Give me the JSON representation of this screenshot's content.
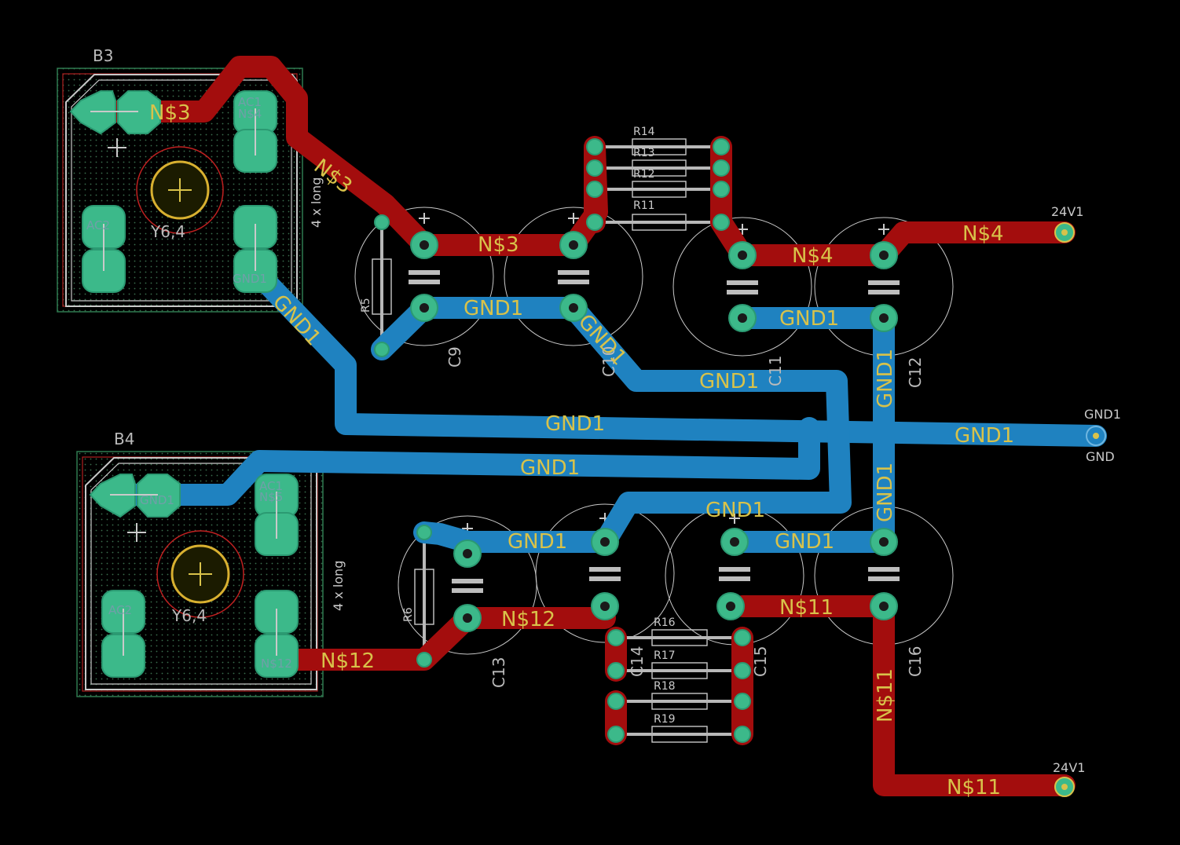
{
  "colors": {
    "background": "#000000",
    "top_copper": "#a30d0d",
    "bottom_copper": "#1f82c0",
    "pad": "#3cb98a",
    "silkscreen": "#bdbdbd",
    "net_label": "#d8c24a"
  },
  "components": {
    "b3": {
      "name": "B3",
      "value": "Y6,4",
      "side_note": "4 x long",
      "pins": [
        "AC1",
        "AC2",
        "N$4",
        "N$3",
        "GND1"
      ]
    },
    "b4": {
      "name": "B4",
      "value": "Y6,4",
      "side_note": "4 x long",
      "pins": [
        "AC1",
        "AC2",
        "N$5",
        "N$12",
        "GND1"
      ]
    },
    "resistors_top": [
      "R14",
      "R13",
      "R12",
      "R11"
    ],
    "resistors_bottom": [
      "R16",
      "R17",
      "R18",
      "R19"
    ],
    "capacitors": [
      "C9",
      "C10",
      "C11",
      "C12",
      "C13",
      "C14",
      "C15",
      "C16"
    ],
    "small_resistors": [
      "R5",
      "R6"
    ],
    "connectors": {
      "top": "24V1",
      "gnd_a": "GND1",
      "gnd_b": "GND",
      "bottom": "24V1"
    }
  },
  "nets": {
    "n3": "N$3",
    "n4": "N$4",
    "n11": "N$11",
    "n12": "N$12",
    "gnd": "GND1"
  }
}
